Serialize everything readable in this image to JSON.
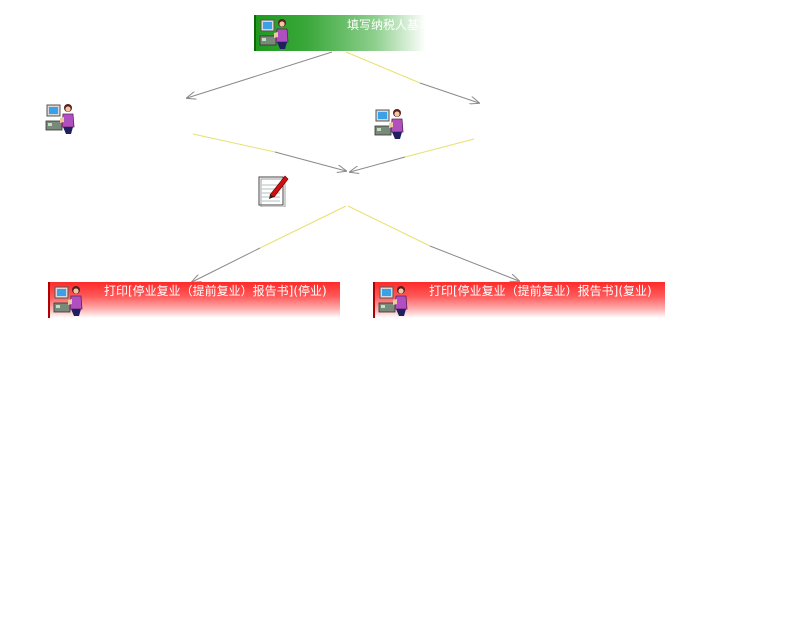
{
  "nodes": {
    "top": {
      "label": "填写纳税人基本信息",
      "icon": "person-computer-icon",
      "color": "#2ea52e"
    },
    "bottom_left": {
      "label": "打印[停业复业（提前复业）报告书](停业)",
      "icon": "person-computer-icon",
      "color": "#ff3030"
    },
    "bottom_right": {
      "label": "打印[停业复业（提前复业）报告书](复业)",
      "icon": "person-computer-icon",
      "color": "#ff3030"
    }
  },
  "steps": {
    "left": {
      "icon": "person-computer-icon"
    },
    "right": {
      "icon": "person-computer-icon"
    },
    "merge": {
      "icon": "notepad-pen-icon"
    }
  },
  "colors": {
    "arrow": "#8a8a8a",
    "connector": "#e8e070"
  }
}
